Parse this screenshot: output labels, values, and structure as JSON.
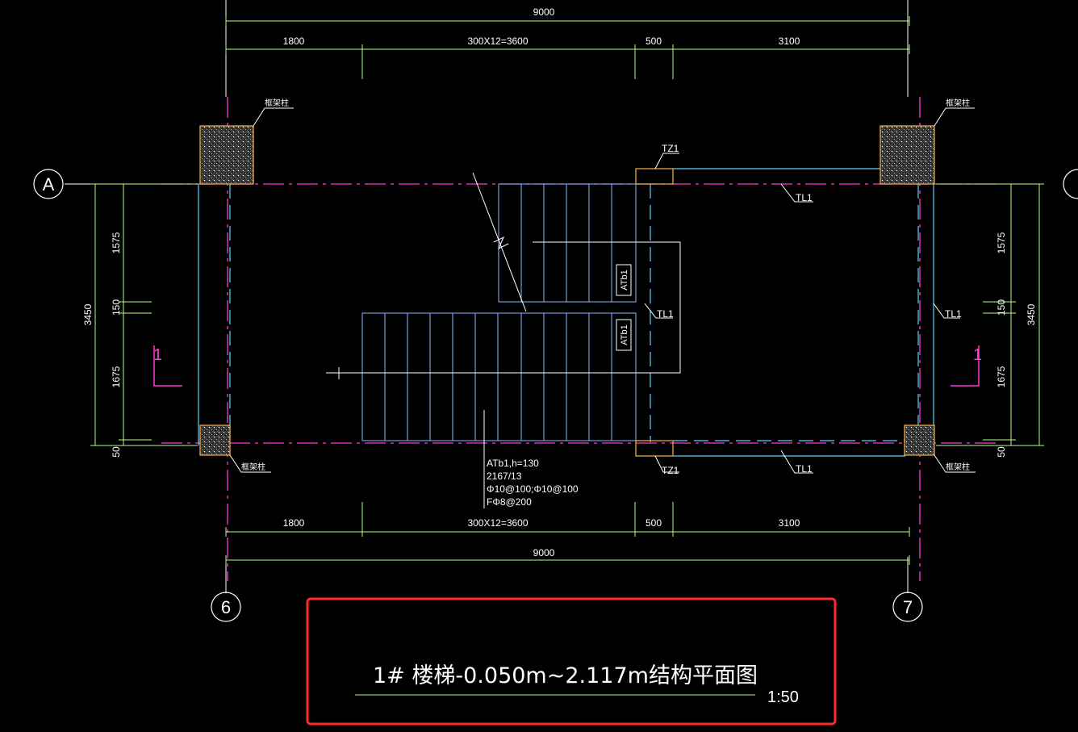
{
  "colors": {
    "background": "#000000",
    "dimension": "#b6ff8c",
    "axis": "#ff3bd6",
    "wall": "#5ad2ff",
    "stair": "#8fb7ff",
    "column_outline": "#ffb347",
    "column_hatch": "#ffffff",
    "highlight": "#ff2b2b",
    "text": "#ffffff"
  },
  "axes": {
    "grid_a": "A",
    "grid_6": "6",
    "grid_7": "7"
  },
  "dimensions": {
    "top_total": "9000",
    "top_seg_1": "1800",
    "top_seg_2": "300X12=3600",
    "top_seg_3": "500",
    "top_seg_4": "3100",
    "bottom_total": "9000",
    "bottom_seg_1": "1800",
    "bottom_seg_2": "300X12=3600",
    "bottom_seg_3": "500",
    "bottom_seg_4": "3100",
    "left_total": "3450",
    "left_seg_1": "1575",
    "left_seg_2": "150",
    "left_seg_3": "1675",
    "left_seg_4": "50",
    "right_total": "3450",
    "right_seg_1": "1575",
    "right_seg_2": "150",
    "right_seg_3": "1675",
    "right_seg_4": "50"
  },
  "labels": {
    "column_tl": "框架柱",
    "column_tr": "框架柱",
    "column_bl": "框架柱",
    "column_br": "框架柱",
    "tz1_top": "TZ1",
    "tz1_bottom": "TZ1",
    "tl1_top": "TL1",
    "tl1_bottom": "TL1",
    "tl1_mid": "TL1",
    "tl1_right": "TL1",
    "atb_upper": "ATb1",
    "atb_lower": "ATb1",
    "section_left": "1",
    "section_right": "1",
    "stair_note_1": "ATb1,h=130",
    "stair_note_2": "2167/13",
    "stair_note_3": "Φ10@100;Φ10@100",
    "stair_note_4": "FΦ8@200"
  },
  "title": {
    "text": "1# 楼梯-0.050m~2.117m结构平面图",
    "scale": "1:50"
  }
}
